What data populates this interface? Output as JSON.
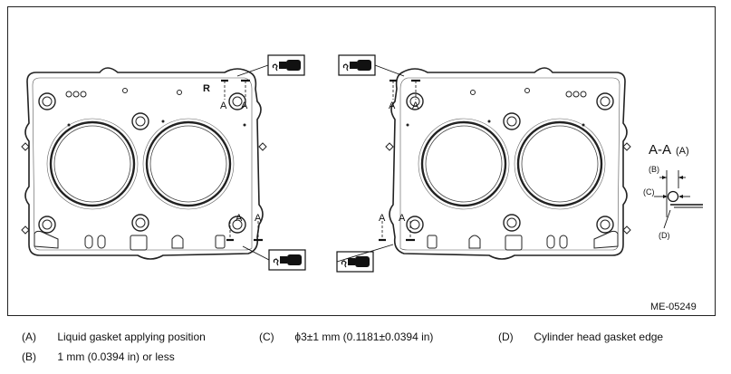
{
  "figure": {
    "code": "ME-05249",
    "section_title": "A-A",
    "section_title_ref": "(A)",
    "section_letter": "A",
    "head_mark": "R",
    "detail_labels": {
      "b": "(B)",
      "c": "(C)",
      "d": "(D)"
    }
  },
  "legend": [
    {
      "key": "(A)",
      "text": "Liquid gasket applying position"
    },
    {
      "key": "(B)",
      "text": "1 mm (0.0394 in) or less"
    },
    {
      "key": "(C)",
      "text": "ϕ3±1 mm (0.1181±0.0394 in)"
    },
    {
      "key": "(D)",
      "text": "Cylinder head gasket edge"
    }
  ],
  "icons": {
    "applicator": "sealant-applicator-icon"
  }
}
